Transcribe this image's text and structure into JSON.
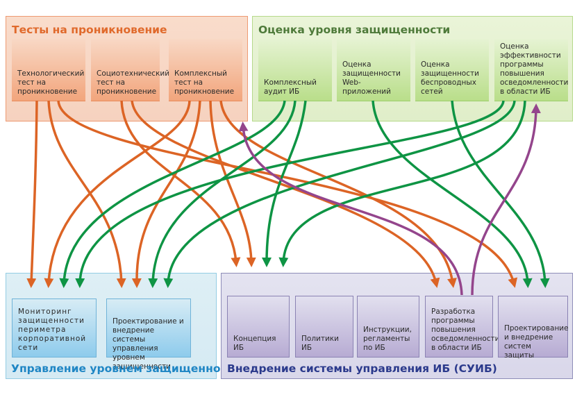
{
  "colors": {
    "orange": "#dc6425",
    "green": "#0e9444",
    "purple": "#94458c"
  },
  "groups": {
    "penetration": {
      "title": "Тесты на проникновение",
      "items": [
        {
          "label": "Технологический тест на проникновение"
        },
        {
          "label": "Социотехнический тест на проникновение"
        },
        {
          "label": "Комплексный тест на проникновение"
        }
      ]
    },
    "assessment": {
      "title": "Оценка уровня защищенности",
      "items": [
        {
          "label": "Комплексный аудит ИБ"
        },
        {
          "label": "Оценка защищенности Web-приложений"
        },
        {
          "label": "Оценка защищенности беспроводных сетей"
        },
        {
          "label": "Оценка эффективности программы повышения осведомленности в области ИБ"
        }
      ]
    },
    "management": {
      "title": "Управление уровнем защищенности",
      "items": [
        {
          "label": "Мониторинг защищенности периметра корпоративной сети"
        },
        {
          "label": "Проектирование и внедрение системы управления уровнем защищенности"
        }
      ]
    },
    "isms": {
      "title": "Внедрение системы управления ИБ (СУИБ)",
      "items": [
        {
          "label": "Концепция ИБ"
        },
        {
          "label": "Политики ИБ"
        },
        {
          "label": "Инструкции, регламенты по ИБ"
        },
        {
          "label": "Разработка программы повышения осведомленности в области ИБ"
        },
        {
          "label": "Проектирование и внедрение систем защиты"
        }
      ]
    }
  },
  "connections": [
    {
      "from": "Технологический тест на проникновение",
      "to": "Мониторинг защищенности периметра корпоративной сети",
      "color": "orange"
    },
    {
      "from": "Технологический тест на проникновение",
      "to": "Проектирование и внедрение системы управления уровнем защищенности",
      "color": "orange"
    },
    {
      "from": "Технологический тест на проникновение",
      "to": "Проектирование и внедрение систем защиты",
      "color": "orange"
    },
    {
      "from": "Социотехнический тест на проникновение",
      "to": "Концепция ИБ",
      "color": "orange"
    },
    {
      "from": "Социотехнический тест на проникновение",
      "to": "Разработка программы повышения осведомленности в области ИБ",
      "color": "orange"
    },
    {
      "from": "Комплексный тест на проникновение",
      "to": "Мониторинг защищенности периметра корпоративной сети",
      "color": "orange"
    },
    {
      "from": "Комплексный тест на проникновение",
      "to": "Проектирование и внедрение системы управления уровнем защищенности",
      "color": "orange"
    },
    {
      "from": "Комплексный тест на проникновение",
      "to": "Концепция ИБ",
      "color": "orange"
    },
    {
      "from": "Комплексный тест на проникновение",
      "to": "Разработка программы повышения осведомленности в области ИБ",
      "color": "orange"
    },
    {
      "from": "Комплексный аудит ИБ",
      "to": "Мониторинг защищенности периметра корпоративной сети",
      "color": "green"
    },
    {
      "from": "Комплексный аудит ИБ",
      "to": "Проектирование и внедрение системы управления уровнем защищенности",
      "color": "green"
    },
    {
      "from": "Комплексный аудит ИБ",
      "to": "Концепция ИБ",
      "color": "green"
    },
    {
      "from": "Оценка защищенности Web-приложений",
      "to": "Проектирование и внедрение систем защиты",
      "color": "green"
    },
    {
      "from": "Оценка защищенности беспроводных сетей",
      "to": "Проектирование и внедрение систем защиты",
      "color": "green"
    },
    {
      "from": "Оценка эффективности программы повышения осведомленности в области ИБ",
      "to": "Мониторинг защищенности периметра корпоративной сети",
      "color": "green"
    },
    {
      "from": "Оценка эффективности программы повышения осведомленности в области ИБ",
      "to": "Проектирование и внедрение системы управления уровнем защищенности",
      "color": "green"
    },
    {
      "from": "Оценка эффективности программы повышения осведомленности в области ИБ",
      "to": "Концепция ИБ",
      "color": "green"
    },
    {
      "from": "Разработка программы повышения осведомленности в области ИБ",
      "to": "Тесты на проникновение",
      "color": "purple"
    },
    {
      "from": "Разработка программы повышения осведомленности в области ИБ",
      "to": "Оценка эффективности программы повышения осведомленности в области ИБ",
      "color": "purple"
    }
  ]
}
